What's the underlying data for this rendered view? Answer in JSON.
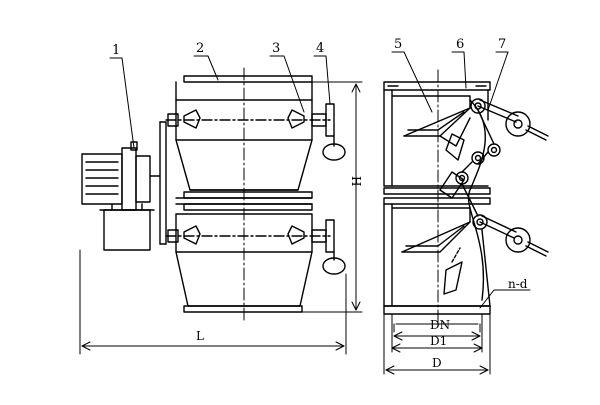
{
  "callouts": [
    "1",
    "2",
    "3",
    "4",
    "5",
    "6",
    "7"
  ],
  "dimensions": {
    "overall_length": "L",
    "overall_height": "H",
    "nominal_diameter": "DN",
    "bolt_circle": "D1",
    "flange_diameter": "D",
    "bolt_holes": "n-d"
  },
  "colors": {
    "line": "#000000",
    "background": "#ffffff"
  }
}
